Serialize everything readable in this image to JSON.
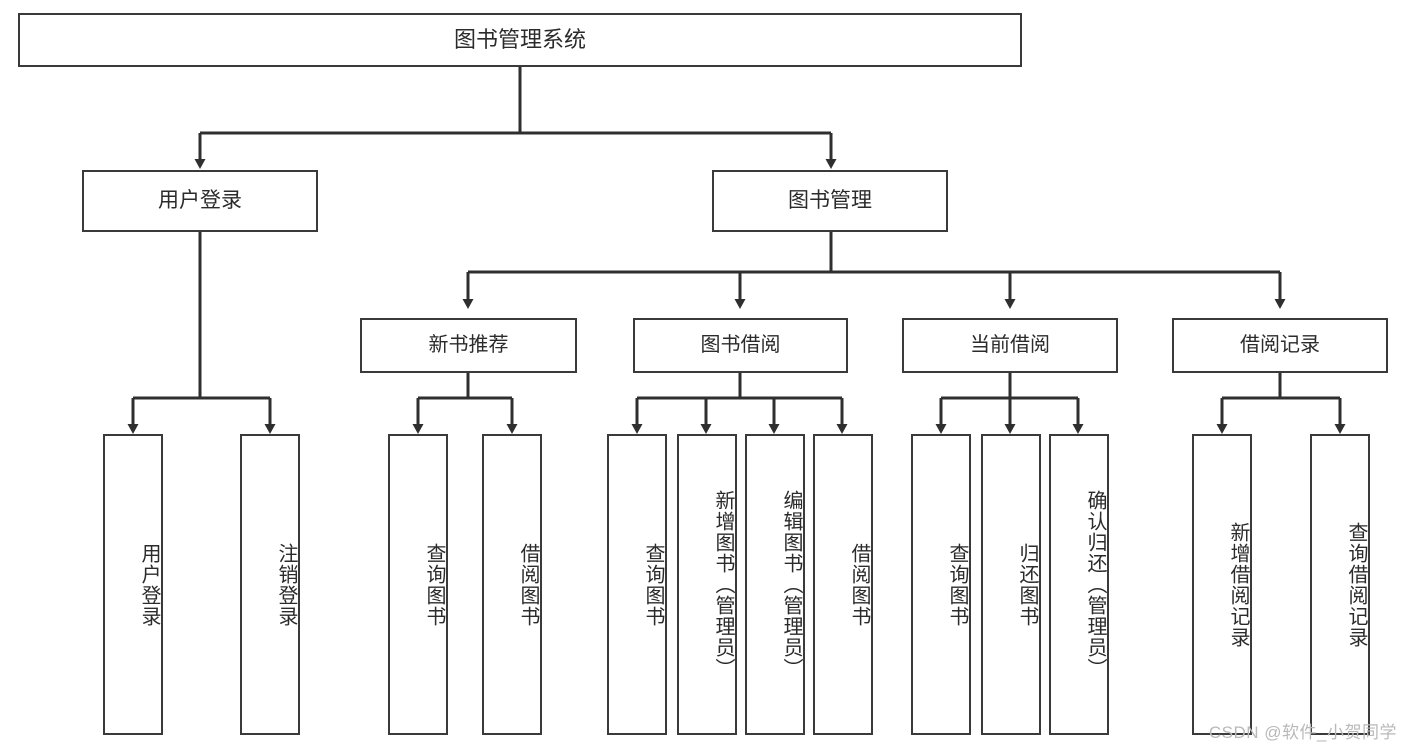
{
  "diagram": {
    "title": "图书管理系统",
    "type": "tree",
    "watermark": "CSDN @软件_小贺同学",
    "colors": {
      "box_border": "#3a3a3a",
      "box_fill": "#ffffff",
      "connector": "#2f2f2f",
      "text": "#2b2b2b",
      "watermark": "#b9b9b9",
      "background": "#ffffff"
    },
    "nodes": {
      "root": {
        "label": "图书管理系统"
      },
      "level1": [
        {
          "id": "user-login",
          "label": "用户登录"
        },
        {
          "id": "book-manage",
          "label": "图书管理"
        }
      ],
      "level2": [
        {
          "id": "new-book-recommend",
          "label": "新书推荐"
        },
        {
          "id": "book-borrow",
          "label": "图书借阅"
        },
        {
          "id": "current-borrow",
          "label": "当前借阅"
        },
        {
          "id": "borrow-record",
          "label": "借阅记录"
        }
      ],
      "leaves": {
        "user_login": [
          {
            "id": "leaf-user-login",
            "label": "用户登录"
          },
          {
            "id": "leaf-logout",
            "label": "注销登录"
          }
        ],
        "new_book_recommend": [
          {
            "id": "leaf-query-book-1",
            "label": "查询图书"
          },
          {
            "id": "leaf-borrow-book-1",
            "label": "借阅图书"
          }
        ],
        "book_borrow": [
          {
            "id": "leaf-query-book-2",
            "label": "查询图书"
          },
          {
            "id": "leaf-add-book",
            "label": "新增图书（管理员）"
          },
          {
            "id": "leaf-edit-book",
            "label": "编辑图书（管理员）"
          },
          {
            "id": "leaf-borrow-book-2",
            "label": "借阅图书"
          }
        ],
        "current_borrow": [
          {
            "id": "leaf-query-book-3",
            "label": "查询图书"
          },
          {
            "id": "leaf-return-book",
            "label": "归还图书"
          },
          {
            "id": "leaf-confirm-return",
            "label": "确认归还（管理员）"
          }
        ],
        "borrow_record": [
          {
            "id": "leaf-add-record",
            "label": "新增借阅记录"
          },
          {
            "id": "leaf-query-record",
            "label": "查询借阅记录"
          }
        ]
      }
    }
  }
}
